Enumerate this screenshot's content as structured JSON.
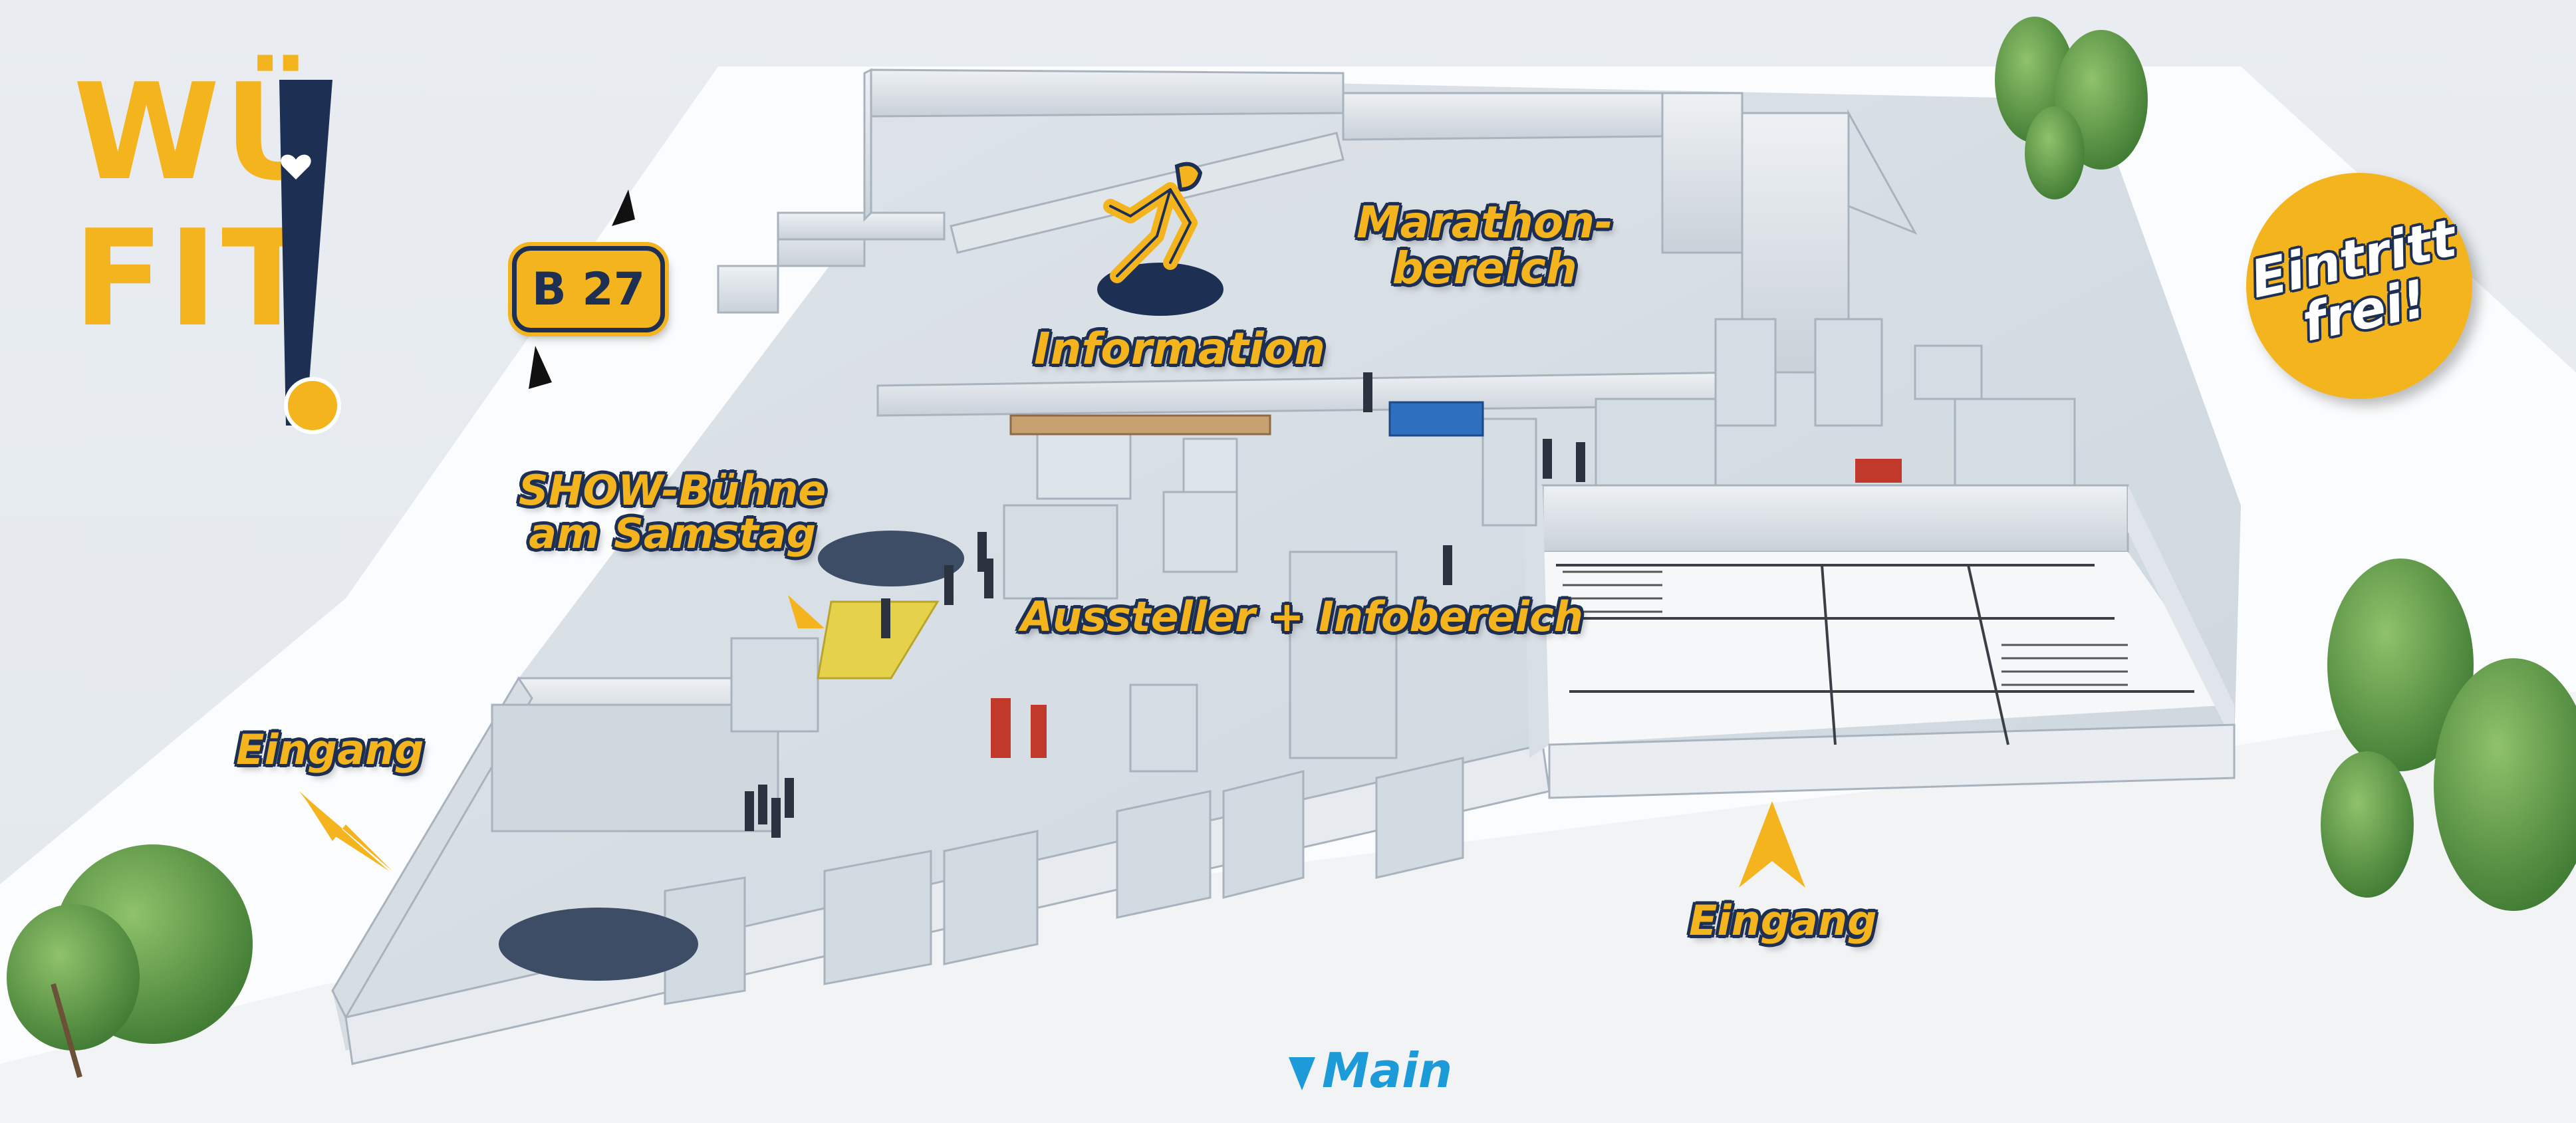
{
  "logo": {
    "line1": "WÜ",
    "line2": "FIT"
  },
  "road_sign": {
    "label": "B 27"
  },
  "badge": {
    "line1": "Eintritt",
    "line2": "frei!"
  },
  "areas": {
    "information": "Information",
    "marathon_line1": "Marathon-",
    "marathon_line2": "bereich",
    "show_line1": "SHOW-Bühne",
    "show_line2": "am Samstag",
    "aussteller": "Aussteller + Infobereich",
    "entrance_left": "Eingang",
    "entrance_bottom": "Eingang"
  },
  "river": {
    "label": "Main"
  },
  "colors": {
    "accent": "#f4b41e",
    "outline": "#1d2f52",
    "river": "#1d9bd8",
    "mat": "#e6d24a"
  },
  "icons": [
    "runner-icon",
    "arrow-icon",
    "road-direction-icon",
    "tree-icon",
    "heart-icon",
    "ball-icon"
  ]
}
